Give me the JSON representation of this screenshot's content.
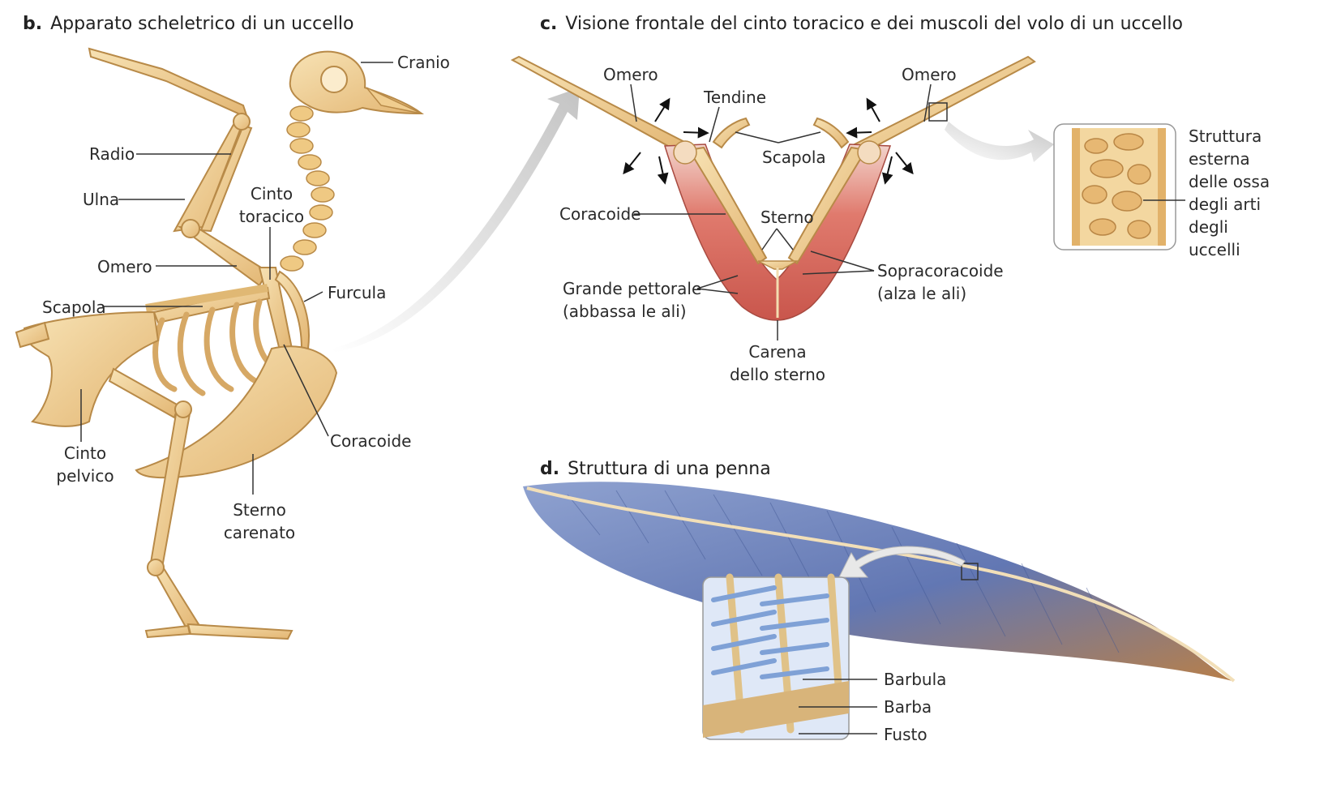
{
  "panels": {
    "b": {
      "letter": "b.",
      "title": "Apparato scheletrico di un uccello"
    },
    "c": {
      "letter": "c.",
      "title": "Visione frontale del cinto toracico e dei muscoli del volo di un uccello"
    },
    "d": {
      "letter": "d.",
      "title": "Struttura di una penna"
    }
  },
  "skeleton_labels": {
    "cranio": "Cranio",
    "radio": "Radio",
    "ulna": "Ulna",
    "cinto_toracico_1": "Cinto",
    "cinto_toracico_2": "toracico",
    "omero": "Omero",
    "furcula": "Furcula",
    "scapola": "Scapola",
    "coracoide": "Coracoide",
    "cinto_pelvico_1": "Cinto",
    "cinto_pelvico_2": "pelvico",
    "sterno_carenato_1": "Sterno",
    "sterno_carenato_2": "carenato"
  },
  "girdle_labels": {
    "omero_left": "Omero",
    "omero_right": "Omero",
    "tendine": "Tendine",
    "scapola": "Scapola",
    "coracoide": "Coracoide",
    "sterno": "Sterno",
    "grande_pettorale_1": "Grande pettorale",
    "grande_pettorale_2": "(abbassa le ali)",
    "sopracoracoide_1": "Sopracoracoide",
    "sopracoracoide_2": "(alza le ali)",
    "carena_1": "Carena",
    "carena_2": "dello sterno"
  },
  "bone_structure_labels": [
    "Struttura",
    "esterna",
    "delle ossa",
    "degli arti",
    "degli",
    "uccelli"
  ],
  "feather_labels": {
    "barbula": "Barbula",
    "barba": "Barba",
    "fusto": "Fusto"
  },
  "colors": {
    "bone": "#f1cf90",
    "bone_dark": "#c99a55",
    "muscle": "#d9665b",
    "feather_blue": "#6f86bd",
    "feather_brown": "#b07a4a",
    "arrow_gray": "#cfcfcf",
    "leader": "#333333"
  }
}
